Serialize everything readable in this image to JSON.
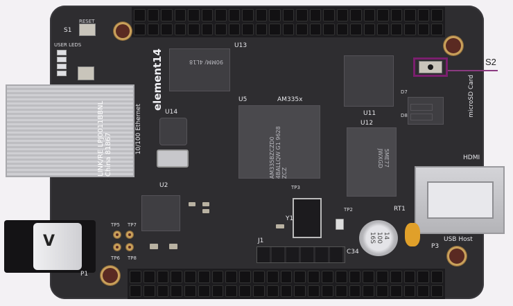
{
  "labels": {
    "s1": "S1",
    "reset": "RESET",
    "user_leds": "USER LEDS",
    "u13": "U13",
    "element14": "element14",
    "mem_chip_text": "90MM/ 4L18",
    "u5": "U5",
    "am335x": "AM335x",
    "soc_chip_text": "AM335BZCZD0 4BALLQW G1 9628 ZCZ",
    "u14": "U14",
    "ethernet": "10/100 Ethernet",
    "u2": "U2",
    "u11": "U11",
    "u12": "U12",
    "emmc_chip_text": "5ME77 JWXGD",
    "hdmi": "HDMI",
    "microsd": "microSD Card",
    "rt1": "RT1",
    "usb_host": "USB Host",
    "p1": "P1",
    "p3": "P3",
    "j1": "J1",
    "y1": "Y1",
    "tp2": "TP2",
    "tp3": "TP3",
    "tp5": "TP5",
    "tp6": "TP6",
    "tp7": "TP7",
    "tp8": "TP8",
    "c34": "C34",
    "cap_text": "14 100 16S",
    "d7": "D7",
    "d8": "D8",
    "callout": "S2",
    "eth_jack_text": "LINK/RE LPJ0011BBNL China 81867",
    "power_jack_text": "V"
  },
  "colors": {
    "callout_box": "#7a1f6e",
    "callout_line": "#8a3a80",
    "pcb": "#2e2d30"
  }
}
